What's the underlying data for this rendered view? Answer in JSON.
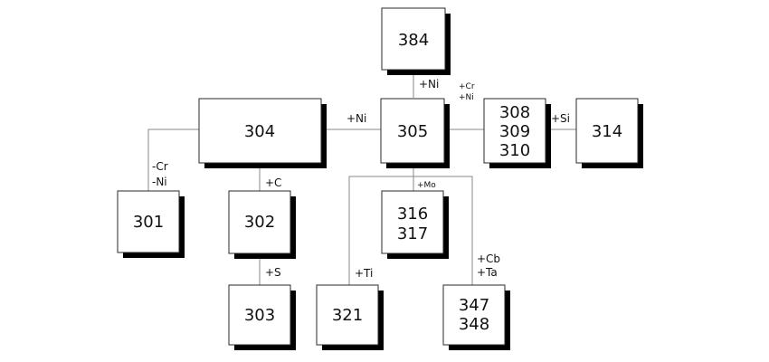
{
  "boxes": {
    "b384": [
      "384"
    ],
    "b304": [
      "304"
    ],
    "b305": [
      "305"
    ],
    "b308": [
      "308",
      "309",
      "310"
    ],
    "b314": [
      "314"
    ],
    "b301": [
      "301"
    ],
    "b302": [
      "302"
    ],
    "b316": [
      "316",
      "317"
    ],
    "b303": [
      "303"
    ],
    "b321": [
      "321"
    ],
    "b347": [
      "347",
      "348"
    ]
  },
  "labels": {
    "ni_384": "+Ni",
    "cr_308": "+Cr",
    "ni_308": "+Ni",
    "ni_304": "+Ni",
    "si_314": "+Si",
    "cr_301": "-Cr",
    "ni_301": "-Ni",
    "c_302": "+C",
    "mo_316": "+Mo",
    "s_303": "+S",
    "ti_321": "+Ti",
    "cb_347": "+Cb",
    "ta_347": "+Ta"
  }
}
